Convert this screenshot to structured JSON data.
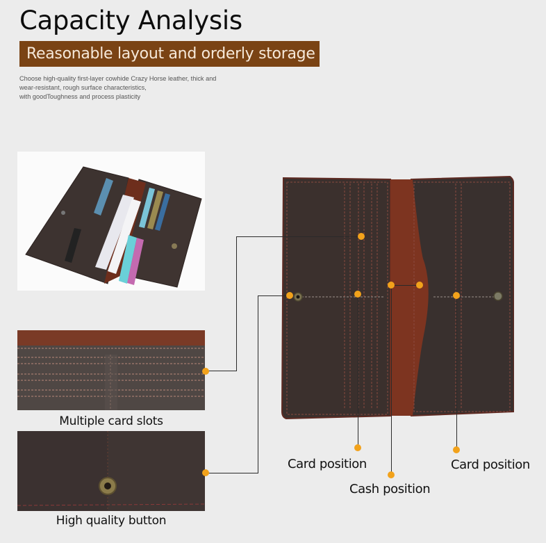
{
  "header": {
    "title": "Capacity Analysis",
    "banner": "Reasonable layout and orderly storage",
    "description": [
      "Choose high-quality first-layer cowhide Crazy Horse leather, thick and",
      "wear-resistant, rough surface characteristics,",
      "with goodToughness and process plasticity"
    ]
  },
  "photos": {
    "overview": {
      "alt": "open wallet with cards and cash"
    },
    "slots": {
      "caption": "Multiple card slots"
    },
    "button": {
      "caption": "High quality button"
    }
  },
  "callouts": {
    "card_left": "Card position",
    "cash": "Cash position",
    "card_right": "Card position"
  },
  "colors": {
    "banner_bg": "#7a4314",
    "dot": "#f2a21b",
    "leather_dark": "#3b302d",
    "leather_red": "#7d3420",
    "background": "#ececec"
  }
}
